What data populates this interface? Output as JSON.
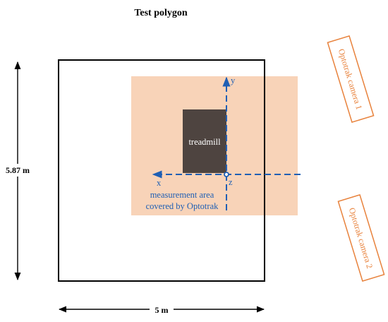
{
  "title": "Test polygon",
  "dimensions": {
    "height_label": "5.87 m",
    "width_label": "5 m"
  },
  "treadmill_label": "treadmill",
  "axes": {
    "x_label": "x",
    "y_label": "y",
    "z_label": "z"
  },
  "measurement_area": {
    "line1": "measurement area",
    "line2": "covered by Optotrak"
  },
  "cameras": [
    {
      "label": "Optotrak camera 1"
    },
    {
      "label": "Optotrak camera 2"
    }
  ],
  "colors": {
    "measurement_area_fill": "#f8d3b8",
    "axis_blue": "#1f5fb4",
    "treadmill_fill": "#4e4440",
    "camera_orange": "#e8823c",
    "outline_black": "#000000"
  }
}
